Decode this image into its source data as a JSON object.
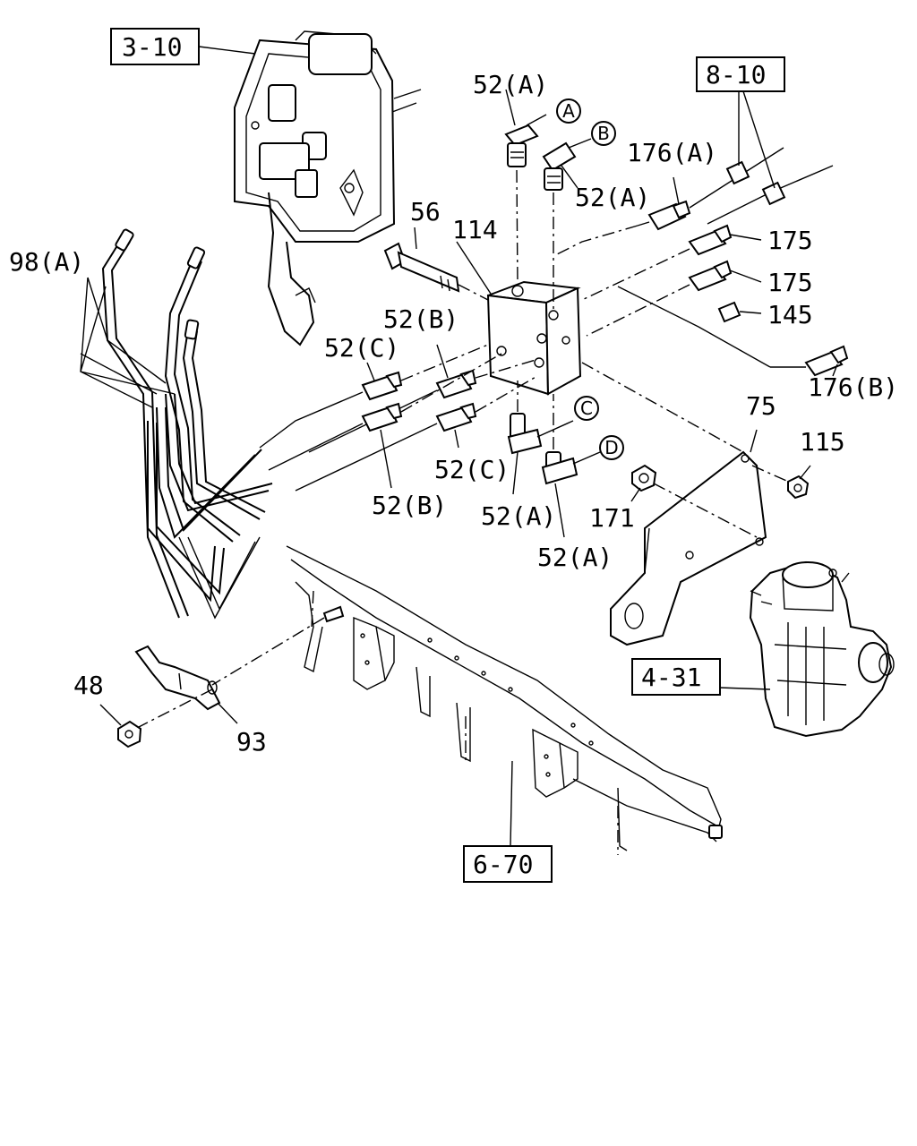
{
  "references": {
    "ref_3_10": "3-10",
    "ref_8_10": "8-10",
    "ref_4_31": "4-31",
    "ref_6_70": "6-70"
  },
  "callouts": {
    "c52a_top": "52(A)",
    "c52a_right": "52(A)",
    "c176a": "176(A)",
    "c56": "56",
    "c114": "114",
    "c175_upper": "175",
    "c175_lower": "175",
    "c145": "145",
    "c176b": "176(B)",
    "c98a": "98(A)",
    "c52b_upper": "52(B)",
    "c52c_upper": "52(C)",
    "c52c_lower": "52(C)",
    "c52b_lower": "52(B)",
    "c52a_lower_left": "52(A)",
    "c52a_lower_right": "52(A)",
    "c75": "75",
    "c115": "115",
    "c171": "171",
    "c48": "48",
    "c93": "93"
  },
  "port_markers": {
    "a": "A",
    "b": "B",
    "c": "C",
    "d": "D"
  }
}
